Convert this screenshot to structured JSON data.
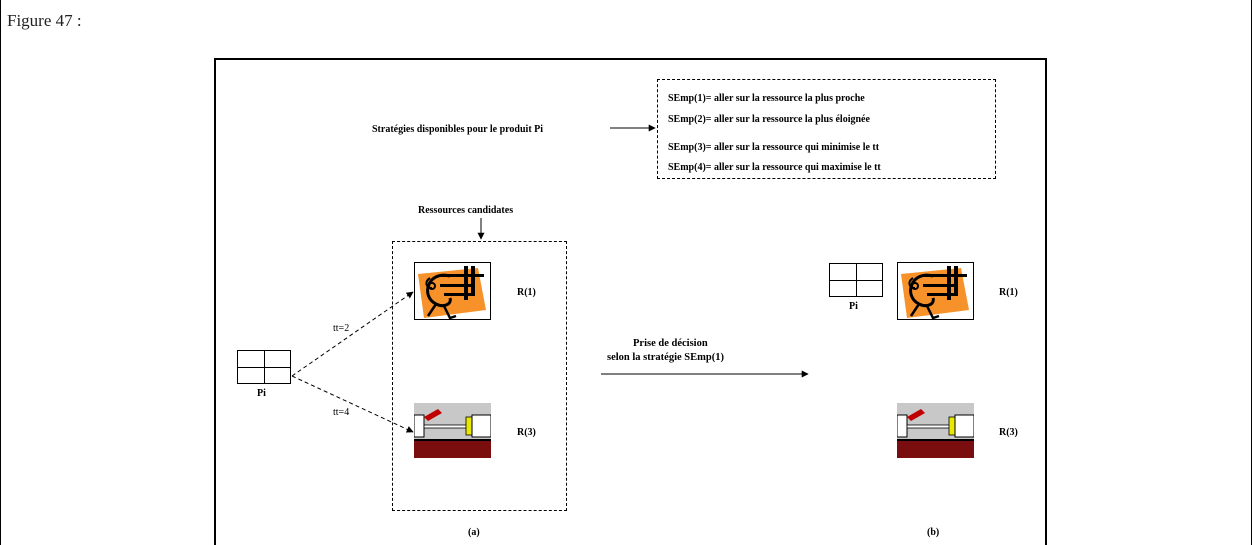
{
  "caption": "Figure 47 :",
  "strategies_label": "Stratégies disponibles pour le produit Pi",
  "strategies": [
    "SEmp(1)= aller sur la ressource la plus proche",
    "SEmp(2)= aller sur la ressource la plus éloignée",
    "SEmp(3)= aller sur la ressource qui minimise le tt",
    "SEmp(4)= aller sur la ressource qui maximise le tt"
  ],
  "candidates_label": "Ressources candidates",
  "product_label": "Pi",
  "edges": {
    "to_r1": "tt=2",
    "to_r3": "tt=4"
  },
  "resources": {
    "r1": "R(1)",
    "r3": "R(3)"
  },
  "decision": {
    "line1": "Prise de décision",
    "line2": "selon la stratégie SEmp(1)"
  },
  "panel_labels": {
    "a": "(a)",
    "b": "(b)"
  },
  "icons": {
    "r1": "clamp-worker-icon",
    "r3": "press-machine-icon"
  },
  "colors": {
    "clamp_fill": "#f7922b",
    "press_base": "#7a0e0e",
    "press_body": "#c8c8c8",
    "press_accent": "#e8e800"
  }
}
